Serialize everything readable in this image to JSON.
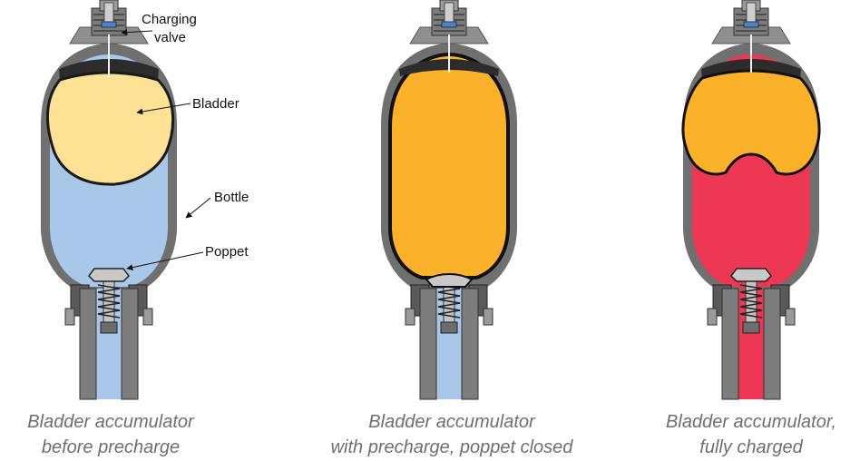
{
  "labels": {
    "charging_valve_line1": "Charging",
    "charging_valve_line2": "valve",
    "bladder": "Bladder",
    "bottle": "Bottle",
    "poppet": "Poppet"
  },
  "captions": [
    {
      "line1": "Bladder accumulator",
      "line2": "before precharge"
    },
    {
      "line1": "Bladder accumulator",
      "line2": "with precharge, poppet closed"
    },
    {
      "line1": "Bladder accumulator,",
      "line2": "fully charged"
    }
  ],
  "colors": {
    "fluid_before": "#a9c7e8",
    "bladder_before": "#fde295",
    "bladder_charged": "#fbb12a",
    "fluid_charged": "#ee3755",
    "shell": "#6f6f6f",
    "metal": "#9a9a9a",
    "dark_metal": "#444444",
    "gas_cap": "#2c2c2c"
  }
}
